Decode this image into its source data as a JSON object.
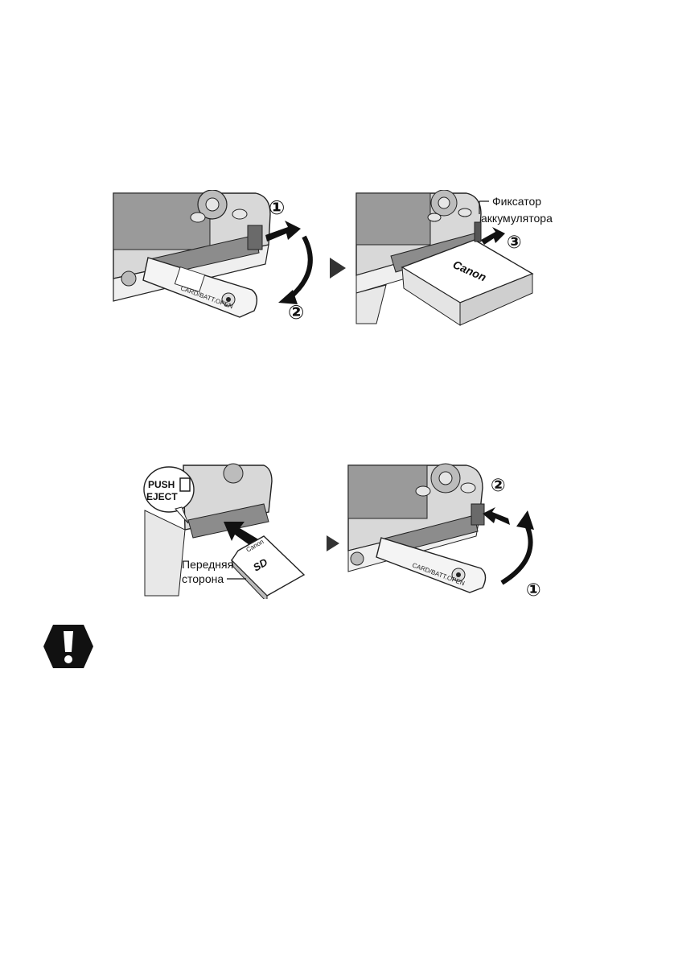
{
  "figure1": {
    "left": {
      "step1": "①",
      "step2": "②",
      "door_label": "CARD/BATT.OPEN"
    },
    "right": {
      "lock_label_line1": "Фиксатор",
      "lock_label_line2": "аккумулятора",
      "step3": "③",
      "battery_brand": "Canon"
    }
  },
  "figure2": {
    "left": {
      "eject_line1": "PUSH",
      "eject_line2": "EJECT",
      "card_brand": "Canon",
      "card_logo": "SD",
      "front_label_line1": "Передняя",
      "front_label_line2": "сторона"
    },
    "right": {
      "step2": "②",
      "step1": "①",
      "door_label": "CARD/BATT.OPEN"
    }
  },
  "icons": {
    "arrow": "▶",
    "warning": "warning-icon"
  }
}
